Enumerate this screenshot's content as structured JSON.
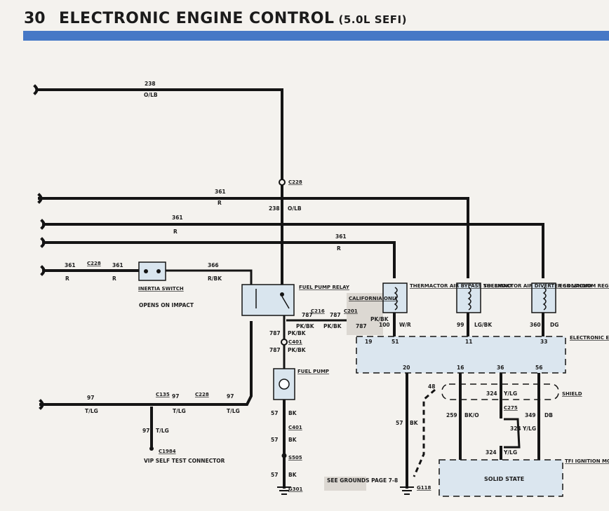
{
  "header": {
    "page_number": "30",
    "title": "ELECTRONIC ENGINE CONTROL",
    "subtitle": "(5.0L SEFI)"
  },
  "wires": {
    "w238_top": {
      "circuit": "238",
      "color": "O/LB"
    },
    "w238_vert": {
      "circuit": "238",
      "color": "O/LB"
    },
    "w361_a": {
      "circuit": "361",
      "color": "R"
    },
    "w361_b": {
      "circuit": "361",
      "color": "R"
    },
    "w361_c": {
      "circuit": "361",
      "color": "R"
    },
    "w361_d1": {
      "circuit": "361",
      "color": "R"
    },
    "w361_d2": {
      "circuit": "361",
      "color": "R"
    },
    "w366": {
      "circuit": "366",
      "color": "R/BK"
    },
    "w787_a": {
      "circuit": "787",
      "color": "PK/BK"
    },
    "w787_b": {
      "circuit": "787",
      "color": "PK/BK"
    },
    "w787_c": {
      "circuit": "787",
      "color": "PK/BK"
    },
    "w787_d": {
      "circuit": "787",
      "color": "PK/BK"
    },
    "w787_e": {
      "circuit": "787",
      "color": "PK/BK"
    },
    "w100": {
      "circuit": "100",
      "color": "W/R"
    },
    "w99": {
      "circuit": "99",
      "color": "LG/BK"
    },
    "w360": {
      "circuit": "360",
      "color": "DG"
    },
    "w97_a": {
      "circuit": "97",
      "color": "T/LG"
    },
    "w97_b": {
      "circuit": "97",
      "color": "T/LG"
    },
    "w97_c": {
      "circuit": "97",
      "color": "T/LG"
    },
    "w97_d": {
      "circuit": "97",
      "color": "T/LG"
    },
    "w57_a": {
      "circuit": "57",
      "color": "BK"
    },
    "w57_b": {
      "circuit": "57",
      "color": "BK"
    },
    "w57_c": {
      "circuit": "57",
      "color": "BK"
    },
    "w57_d": {
      "circuit": "57",
      "color": "BK"
    },
    "w259": {
      "circuit": "259",
      "color": "BK/O"
    },
    "w324_a": {
      "circuit": "324",
      "color": "Y/LG"
    },
    "w324_b": {
      "circuit": "324",
      "color": "Y/LG"
    },
    "w324_c": {
      "circuit": "324",
      "color": "Y/LG"
    },
    "w349": {
      "circuit": "349",
      "color": "DB"
    },
    "w48": {
      "circuit": "48"
    }
  },
  "connectors": {
    "c228_top": "C228",
    "c228_left": "C228",
    "c228_bottom": "C228",
    "c216": "C216",
    "c201": "C201",
    "c401_a": "C401",
    "c401_b": "C401",
    "c135": "C135",
    "c1984": "C1984",
    "c275": "C275",
    "s505": "S505",
    "g301": "G301",
    "g118": "G118"
  },
  "components": {
    "inertia_switch": {
      "name": "INERTIA SWITCH",
      "note": "OPENS ON IMPACT"
    },
    "fuel_pump_relay": {
      "name": "FUEL PUMP RELAY"
    },
    "fuel_pump": {
      "name": "FUEL PUMP"
    },
    "california": "CALIFORNIA ONLY",
    "thermactor_bypass": {
      "name": "THERMACTOR AIR BYPASS SOLENOID"
    },
    "thermactor_diverter": {
      "name": "THERMACTOR AIR DIVERTER SOLENOID"
    },
    "egr": {
      "name": "EGR VACUUM REGULATOR SOLENOID"
    },
    "eec_module": {
      "name": "ELECTRONIC ENGINE CONTROL (EEC) MODULE"
    },
    "shield": "SHIELD",
    "vip": {
      "name": "VIP SELF TEST CONNECTOR"
    },
    "tfi": {
      "name": "TFI IGNITION MODULE",
      "inner": "SOLID STATE"
    },
    "see_grounds": "SEE GROUNDS PAGE 7-8"
  },
  "pins": {
    "p19": "19",
    "p51": "51",
    "p11": "11",
    "p33": "33",
    "p20": "20",
    "p16": "16",
    "p36": "36",
    "p56": "56"
  }
}
